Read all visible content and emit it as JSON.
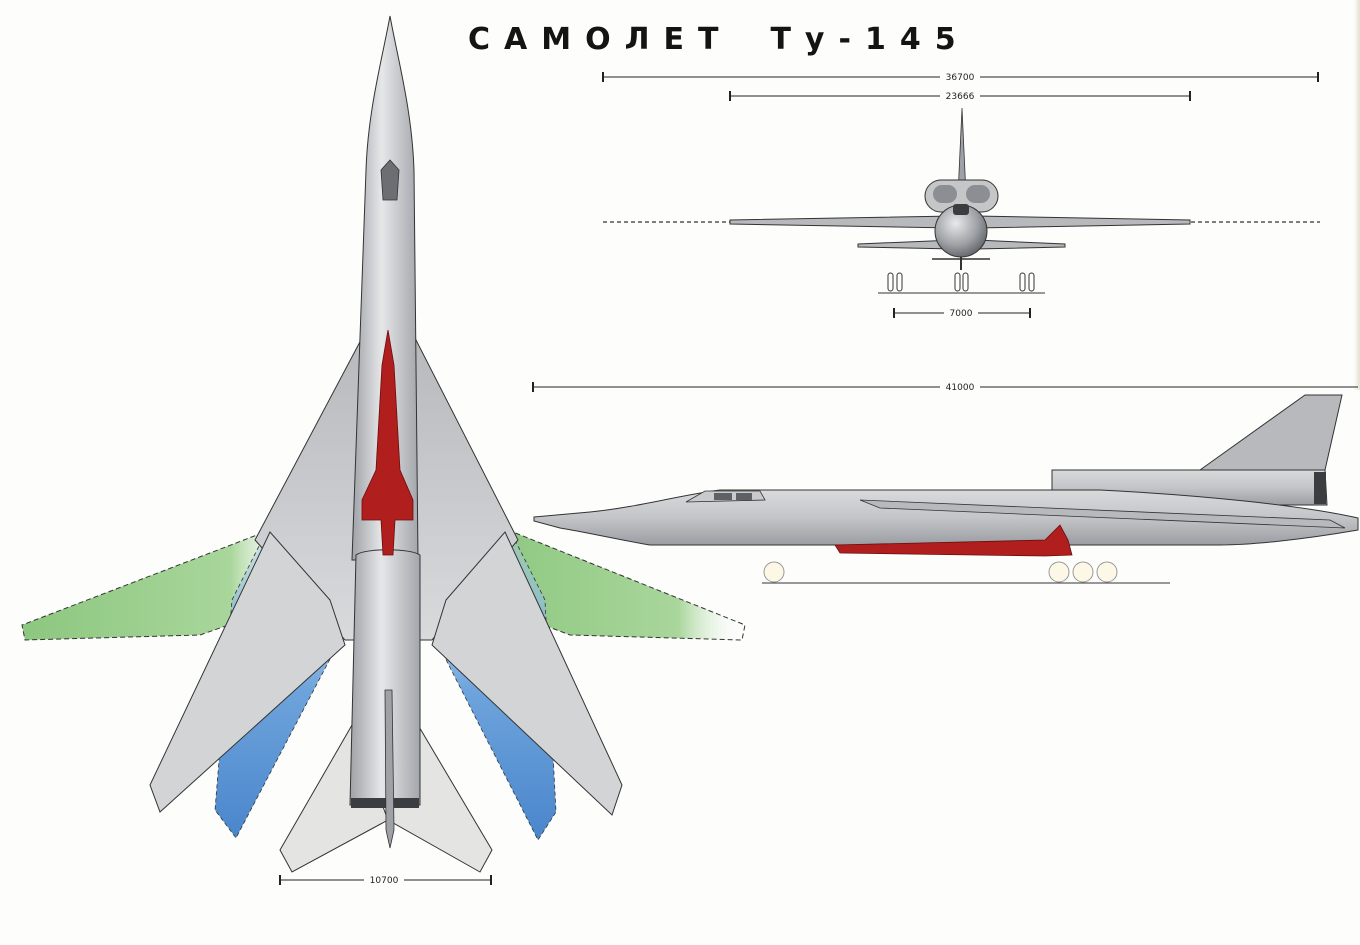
{
  "title": {
    "part1": "САМОЛЕТ",
    "part2": "Ту-145"
  },
  "dimensions": {
    "front_overall_span": "36700",
    "front_swept_span": "23666",
    "front_track": "7000",
    "side_length": "41000",
    "top_tail_span": "10700"
  },
  "colors": {
    "fuselage": "#c7c8ca",
    "missile": "#b01e1e",
    "wing_extended": "#9fcf8f",
    "wing_intermediate": "#5f9ad8",
    "outline": "#2a2a2a"
  }
}
